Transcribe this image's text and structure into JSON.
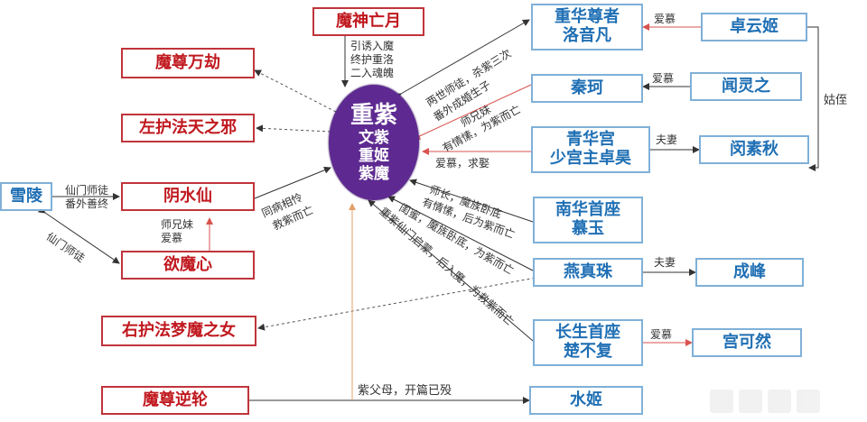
{
  "center": {
    "title": "重紫",
    "lines": [
      "文紫",
      "重姬",
      "紫魔"
    ]
  },
  "nodes": {
    "moshen": "魔神亡月",
    "mozun_wanjie": "魔尊万劫",
    "zuohufa": "左护法天之邪",
    "xueling": "雪陵",
    "yinshuixian": "阴水仙",
    "yumoxin": "欲魔心",
    "youhufa": "右护法梦魔之女",
    "mozun_nilun": "魔尊逆轮",
    "chonghua": [
      "重华尊者",
      "洛音凡"
    ],
    "qinke": "秦珂",
    "qinghua": [
      "青华宫",
      "少宫主卓昊"
    ],
    "nanhua": [
      "南华首座",
      "慕玉"
    ],
    "yanzhenzhu": "燕真珠",
    "changsheng": [
      "长生首座",
      "楚不复"
    ],
    "shuiji": "水姬",
    "zhuoyunji": "卓云姬",
    "wenlingzhi": "闻灵之",
    "fengsuqiu": "闵素秋",
    "chengfeng": "成峰",
    "gongkeran": "宫可然"
  },
  "labels": {
    "moshen_to_center": [
      "引诱入魔",
      "终护重洛",
      "二入魂魄"
    ],
    "yinshuixian_to_center": [
      "同病相怜",
      "救紫而亡"
    ],
    "xueling_yinshuixian": [
      "仙门师徒",
      "番外善终"
    ],
    "yumoxin_yinshuixian": [
      "师兄妹",
      "爱慕"
    ],
    "xueling_yumoxin": "仙门师徒",
    "chonghua_to_center": [
      "两世师徒，杀紫三次",
      "番外成婚生子"
    ],
    "qinke_to_center": "师兄妹",
    "qinke_to_center_2": "有情愫，为紫而亡",
    "qinghua_to_center": "爱慕，求娶",
    "nanhua_to_center": [
      "师长，魔族卧底",
      "有情愫，后为紫而亡"
    ],
    "yanzhenzhu_to_center": [
      "闺蜜，魔族卧底，为紫而亡"
    ],
    "changsheng_to_center": [
      "重紫仙门启蒙，后入魔，为救紫而亡"
    ],
    "shuiji_to_nilun": "紫父母，开篇已殁",
    "zhuoyunji_chonghua": "爱慕",
    "wenlingzhi_qinke": "爱慕",
    "qinghua_fengsuqiu": "夫妻",
    "yanzhenzhu_chengfeng": "夫妻",
    "changsheng_gongkeran": "爱慕",
    "guzhi": "姑侄"
  },
  "colors": {
    "red": "#c0191f",
    "blue": "#1f6fb4",
    "center": "#5e2a91",
    "line": "#333333",
    "redline": "#d9534f",
    "orangeline": "#e3a068"
  }
}
